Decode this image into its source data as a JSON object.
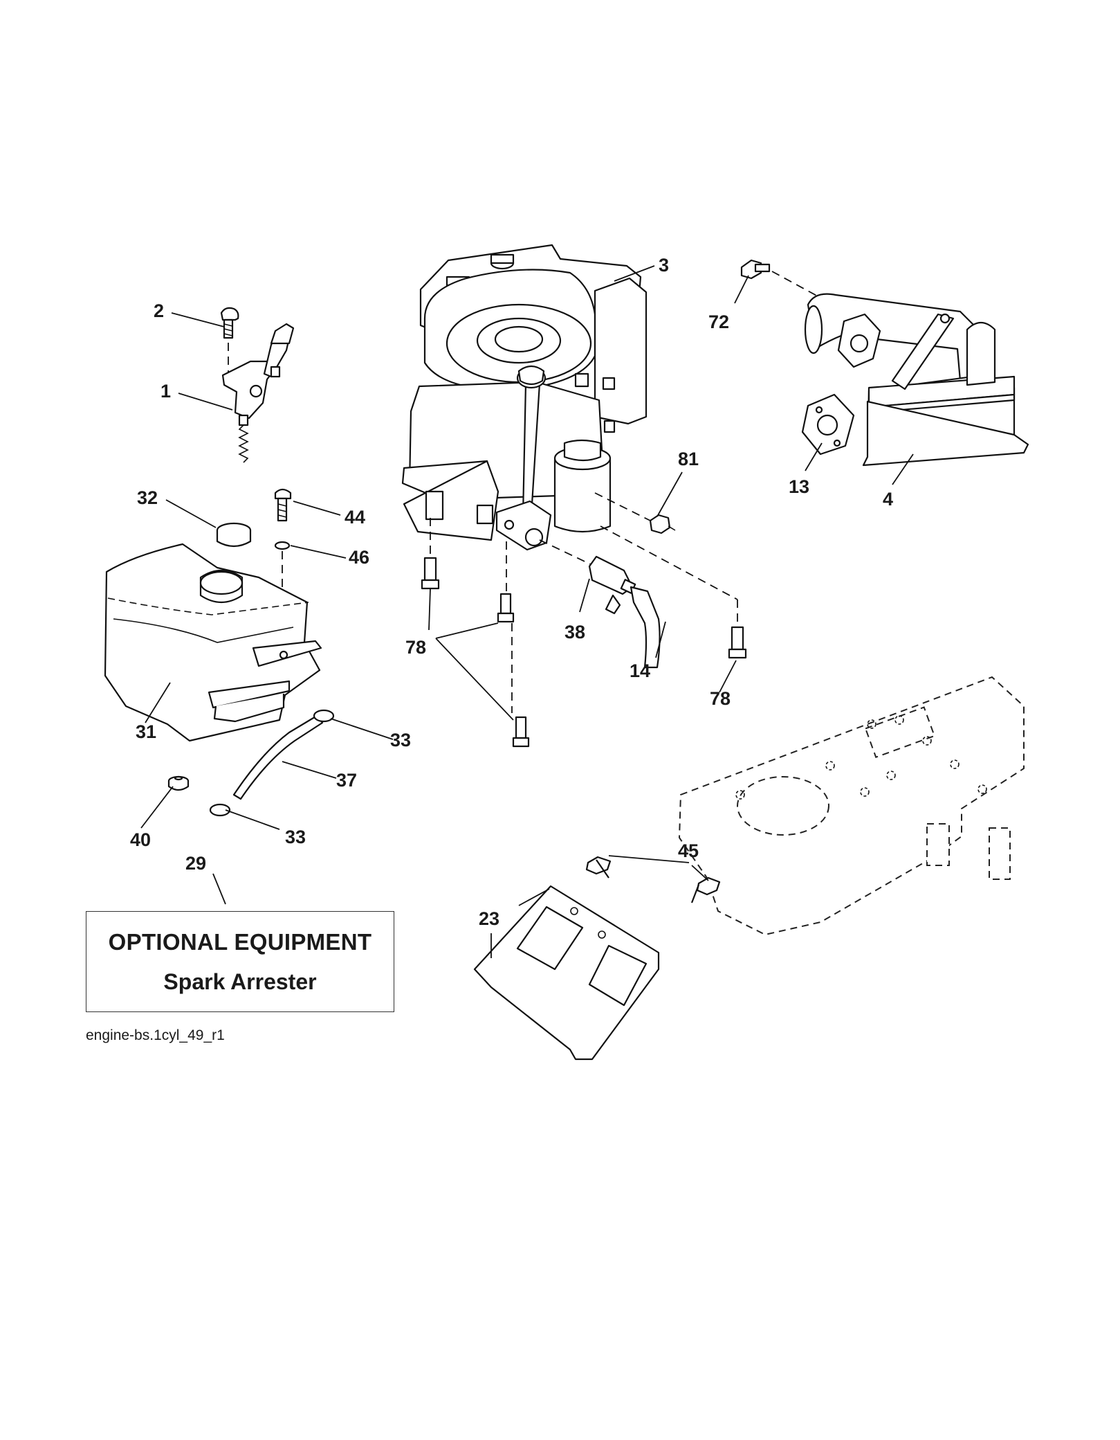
{
  "diagram": {
    "figure_code": "engine-bs.1cyl_49_r1",
    "optional_box": {
      "title": "OPTIONAL EQUIPMENT",
      "item": "Spark Arrester"
    },
    "callouts": [
      {
        "id": "c-2",
        "label": "2"
      },
      {
        "id": "c-1",
        "label": "1"
      },
      {
        "id": "c-3",
        "label": "3"
      },
      {
        "id": "c-72",
        "label": "72"
      },
      {
        "id": "c-13",
        "label": "13"
      },
      {
        "id": "c-4",
        "label": "4"
      },
      {
        "id": "c-81",
        "label": "81"
      },
      {
        "id": "c-32",
        "label": "32"
      },
      {
        "id": "c-44",
        "label": "44"
      },
      {
        "id": "c-46",
        "label": "46"
      },
      {
        "id": "c-38",
        "label": "38"
      },
      {
        "id": "c-78a",
        "label": "78"
      },
      {
        "id": "c-14",
        "label": "14"
      },
      {
        "id": "c-78b",
        "label": "78"
      },
      {
        "id": "c-31",
        "label": "31"
      },
      {
        "id": "c-33a",
        "label": "33"
      },
      {
        "id": "c-37",
        "label": "37"
      },
      {
        "id": "c-40",
        "label": "40"
      },
      {
        "id": "c-33b",
        "label": "33"
      },
      {
        "id": "c-29",
        "label": "29"
      },
      {
        "id": "c-45",
        "label": "45"
      },
      {
        "id": "c-23",
        "label": "23"
      }
    ]
  }
}
